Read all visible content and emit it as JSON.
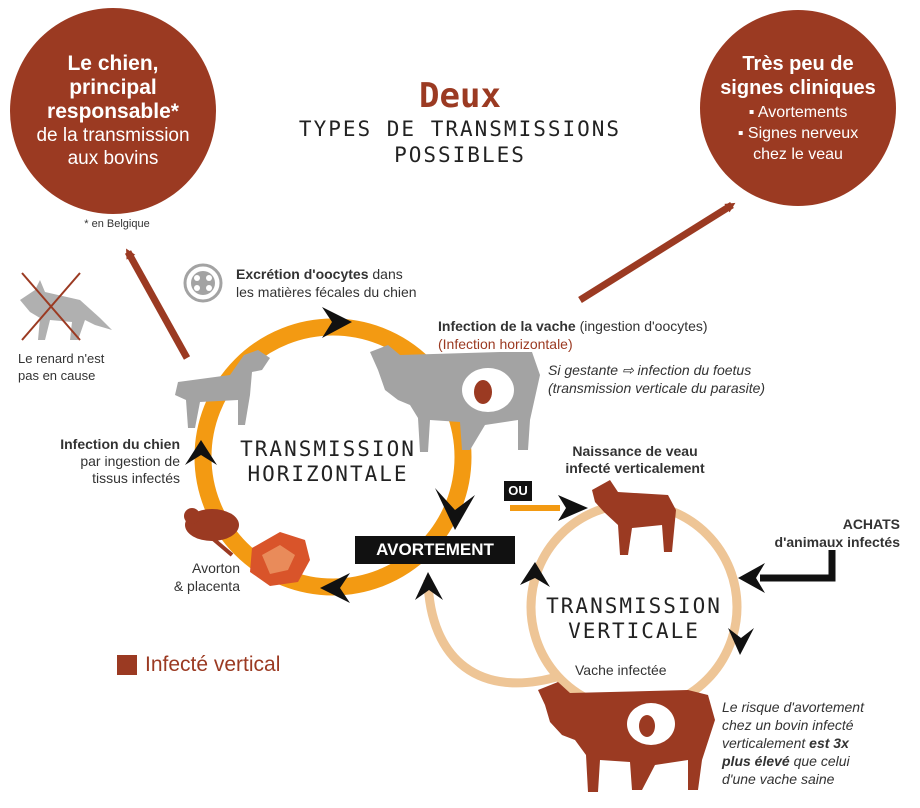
{
  "title": {
    "line1": "Deux",
    "line2": "TYPES DE TRANSMISSIONS",
    "line3": "POSSIBLES"
  },
  "bubble_left": {
    "l1": "Le chien,",
    "l2": "principal",
    "l3": "responsable*",
    "l4": "de la transmission",
    "l5": "aux bovins"
  },
  "bubble_left_note": "* en Belgique",
  "bubble_right": {
    "title1": "Très peu de",
    "title2": "signes cliniques",
    "item1": "Avortements",
    "item2a": "Signes nerveux",
    "item2b": "chez le veau"
  },
  "fox": {
    "l1": "Le renard n'est",
    "l2": "pas en cause"
  },
  "excretion": {
    "bold": "Excrétion d'oocytes",
    "rest": " dans",
    "l2": "les matières fécales du chien"
  },
  "cow_infection": {
    "bold": "Infection de la vache",
    "rest": " (ingestion d'oocytes)",
    "l2": "(Infection horizontale)"
  },
  "gestante": {
    "l1": "Si gestante ⇨ infection du foetus",
    "l2": "(transmission verticale du parasite)"
  },
  "dog_infection": {
    "bold": "Infection du chien",
    "l2": "par ingestion de",
    "l3": "tissus infectés"
  },
  "center_h": {
    "l1": "TRANSMISSION",
    "l2": "HORIZONTALE"
  },
  "center_v": {
    "l1": "TRANSMISSION",
    "l2": "VERTICALE"
  },
  "avortement": "AVORTEMENT",
  "ou": "OU",
  "calf": {
    "l1": "Naissance de veau",
    "l2": "infecté verticalement"
  },
  "achats": {
    "l1": "ACHATS",
    "l2": "d'animaux infectés"
  },
  "avorton": {
    "l1": "Avorton",
    "l2": "& placenta"
  },
  "vache_infectee": "Vache infectée",
  "legend": "Infecté vertical",
  "risk": {
    "l1": "Le risque d'avortement",
    "l2": "chez un bovin infecté",
    "l3a": "verticalement ",
    "l3b": "est 3x",
    "l4a": "plus élevé",
    "l4b": " que celui",
    "l5": "d'une vache saine"
  },
  "colors": {
    "rust": "#9b3a22",
    "orange": "#f39a12",
    "tan": "#eec596",
    "gray": "#a3a3a3"
  }
}
